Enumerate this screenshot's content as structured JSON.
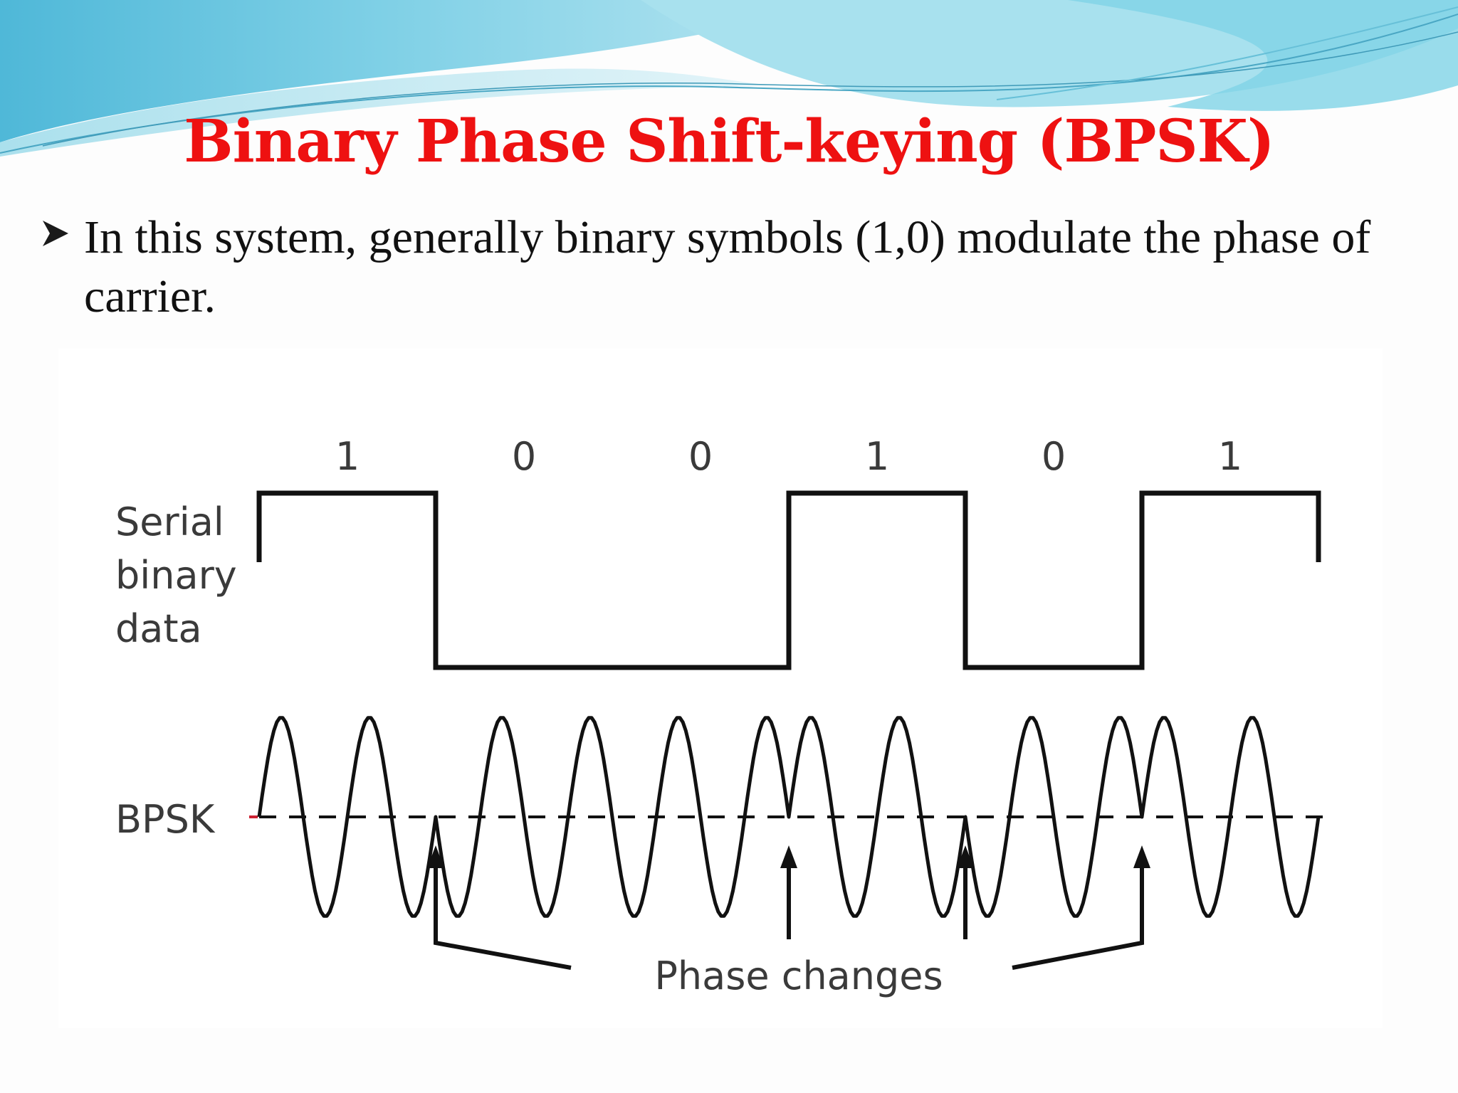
{
  "slide": {
    "title": "Binary Phase Shift-keying (BPSK)",
    "bullet": "In this system, generally binary symbols (1,0) modulate the phase of carrier.",
    "title_color": "#ee1111",
    "banner_colors": [
      "#5ec8dc",
      "#9adbe8",
      "#d8f1f6"
    ]
  },
  "diagram": {
    "bits": [
      "1",
      "0",
      "0",
      "1",
      "0",
      "1"
    ],
    "data_label_lines": [
      "Serial",
      "binary",
      "data"
    ],
    "bpsk_label": "BPSK",
    "phase_changes_label": "Phase changes",
    "phase_change_count": 4,
    "cycles_per_bit": 2
  }
}
